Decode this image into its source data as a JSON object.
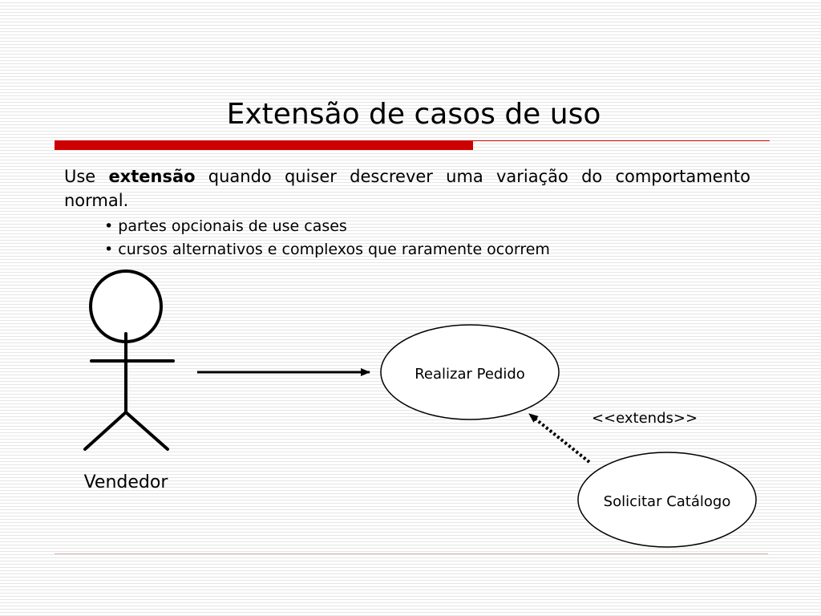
{
  "slide": {
    "title": "Extensão de casos de uso",
    "accent_color": "#cc0000"
  },
  "intro": {
    "prefix": "Use",
    "keyword": "extensão",
    "suffix": "quando quiser descrever uma variação do comportamento normal."
  },
  "bullets": [
    "partes opcionais de use cases",
    "cursos alternativos e complexos que raramente ocorrem"
  ],
  "bullet_symbol": "•",
  "diagram": {
    "actor": {
      "label": "Vendedor",
      "icon": "stick-figure-actor"
    },
    "use_cases": [
      {
        "label": "Realizar Pedido"
      },
      {
        "label": "Solicitar Catálogo"
      }
    ],
    "extend_label": "<<extends>>",
    "association": "actor-to-Realizar Pedido (solid arrow)",
    "extension": "Solicitar Catálogo to Realizar Pedido (dotted arrow)"
  }
}
